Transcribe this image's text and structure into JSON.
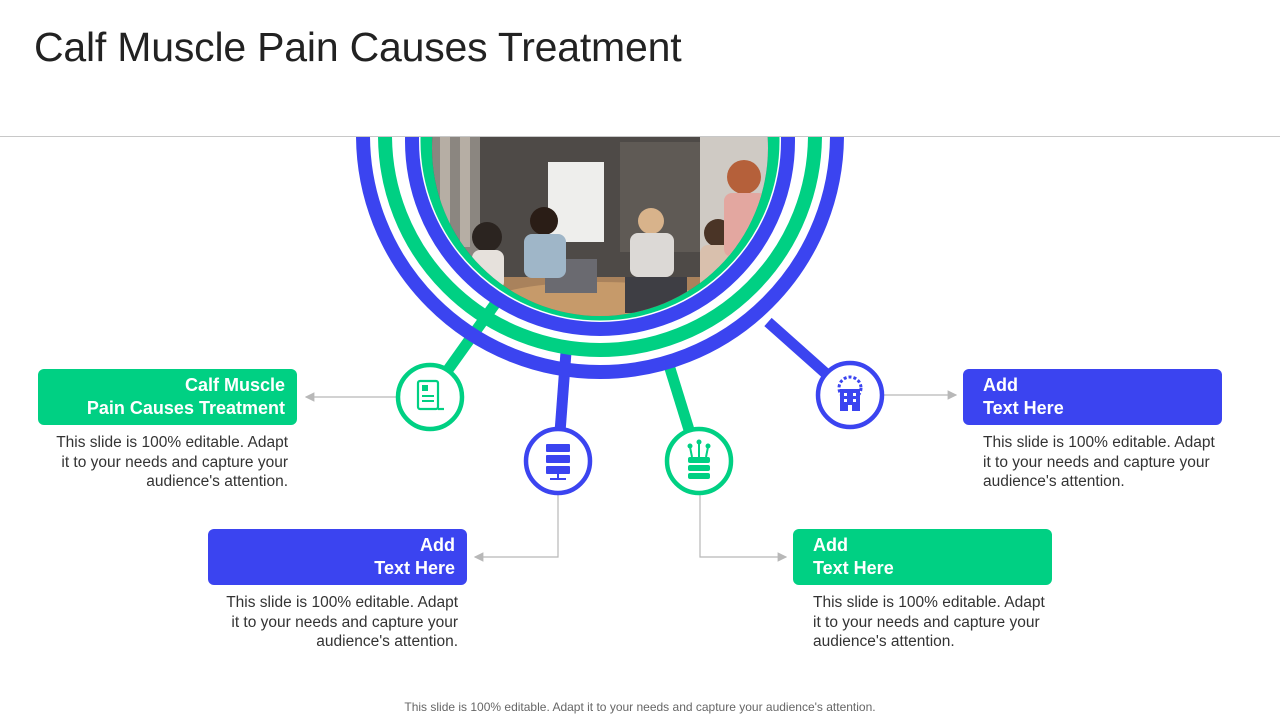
{
  "title": "Calf Muscle Pain Causes Treatment",
  "items": [
    {
      "heading_line1": "Calf Muscle",
      "heading_line2": "Pain Causes Treatment",
      "description": "This slide is 100% editable. Adapt it to your needs and capture your audience's attention.",
      "icon": "document-checklist-icon"
    },
    {
      "heading_line1": "Add",
      "heading_line2": "Text Here",
      "description": "This slide is 100% editable. Adapt it to your needs and capture your audience's attention.",
      "icon": "server-rack-icon"
    },
    {
      "heading_line1": "Add",
      "heading_line2": "Text Here",
      "description": "This slide is 100% editable. Adapt it to your needs and capture your audience's attention.",
      "icon": "database-network-icon"
    },
    {
      "heading_line1": "Add",
      "heading_line2": "Text Here",
      "description": "This slide is 100% editable. Adapt it to your needs and capture your audience's attention.",
      "icon": "building-gear-icon"
    }
  ],
  "footer": "This slide is 100% editable. Adapt it to your needs and capture your audience's attention.",
  "colors": {
    "green": "#00d083",
    "blue": "#3b44f0"
  }
}
